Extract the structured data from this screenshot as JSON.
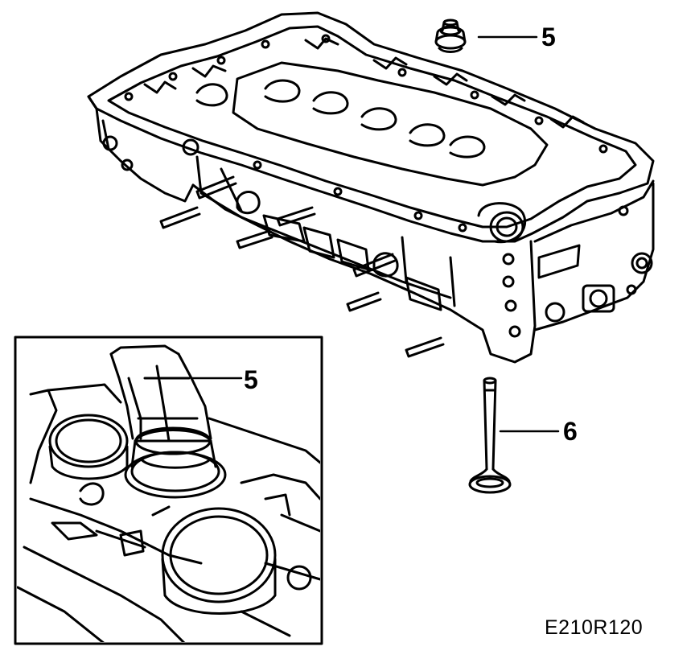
{
  "callouts": {
    "valve_seal_top": "5",
    "valve_seal_detail": "5",
    "valve": "6"
  },
  "figure_reference": "E210R120",
  "colors": {
    "line": "#000000",
    "background": "#ffffff"
  }
}
